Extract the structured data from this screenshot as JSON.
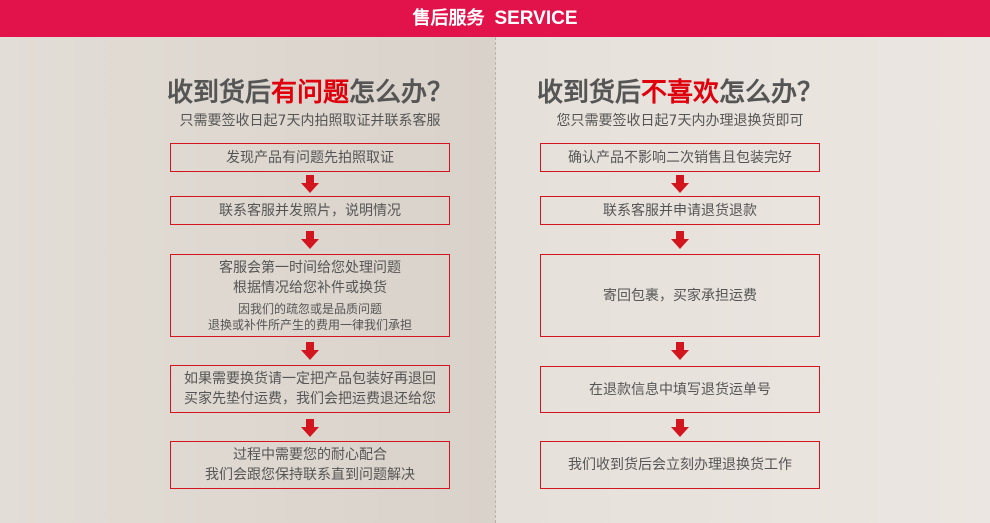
{
  "header": {
    "title_cn": "售后服务",
    "title_en": "SERVICE"
  },
  "left": {
    "title_pre": "收到货后",
    "title_hl": "有问题",
    "title_post": "怎么办？",
    "subtitle": "只需要签收日起7天内拍照取证并联系客服",
    "steps": [
      [
        "发现产品有问题先拍照取证"
      ],
      [
        "联系客服并发照片，说明情况"
      ],
      [
        "客服会第一时间给您处理问题",
        "根据情况给您补件或换货"
      ],
      [
        "如果需要换货请一定把产品包装好再退回",
        "买家先垫付运费，我们会把运费退还给您"
      ],
      [
        "过程中需要您的耐心配合",
        "我们会跟您保持联系直到问题解决"
      ]
    ],
    "note": [
      "因我们的疏忽或是品质问题",
      "退换或补件所产生的费用一律我们承担"
    ]
  },
  "right": {
    "title_pre": "收到货后",
    "title_hl": "不喜欢",
    "title_post": "怎么办？",
    "subtitle": "您只需要签收日起7天内办理退换货即可",
    "steps": [
      "确认产品不影响二次销售且包装完好",
      "联系客服并申请退货退款",
      "寄回包裹，买家承担运费",
      "在退款信息中填写退货运单号",
      "我们收到货后会立刻办理退换货工作"
    ]
  },
  "colors": {
    "accent": "#e2134a",
    "border": "#d2151f"
  }
}
